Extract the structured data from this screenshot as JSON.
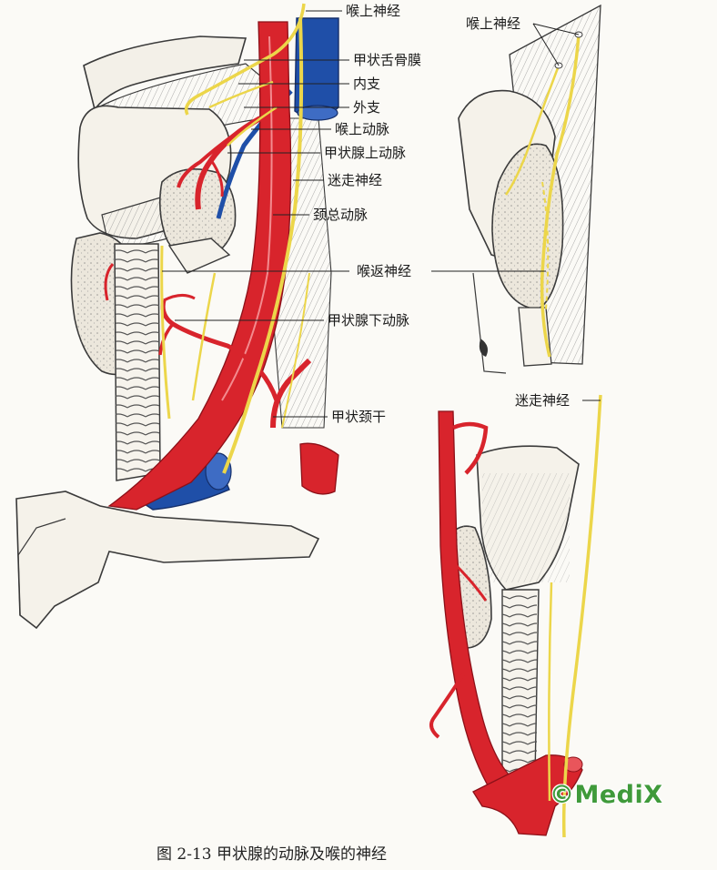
{
  "figure": {
    "caption": "图 2-13   甲状腺的动脉及喉的神经",
    "watermark": "©MediX",
    "labels_left": {
      "superior_laryngeal_nerve": "喉上神经",
      "thyrohyoid_membrane": "甲状舌骨膜",
      "internal_branch": "内支",
      "external_branch": "外支",
      "superior_laryngeal_artery": "喉上动脉",
      "superior_thyroid_artery": "甲状腺上动脉",
      "vagus_nerve": "迷走神经",
      "common_carotid_artery": "颈总动脉",
      "recurrent_laryngeal_nerve": "喉返神经",
      "inferior_thyroid_artery": "甲状腺下动脉",
      "thyrocervical_trunk": "甲状颈干"
    },
    "labels_right": {
      "superior_laryngeal_nerve": "喉上神经",
      "vagus_nerve": "迷走神经"
    },
    "colors": {
      "artery": "#d8242c",
      "vein": "#1f4fa8",
      "nerve": "#ecd64a",
      "gland": "#ece7dc",
      "outline": "#3a3a3a"
    }
  }
}
